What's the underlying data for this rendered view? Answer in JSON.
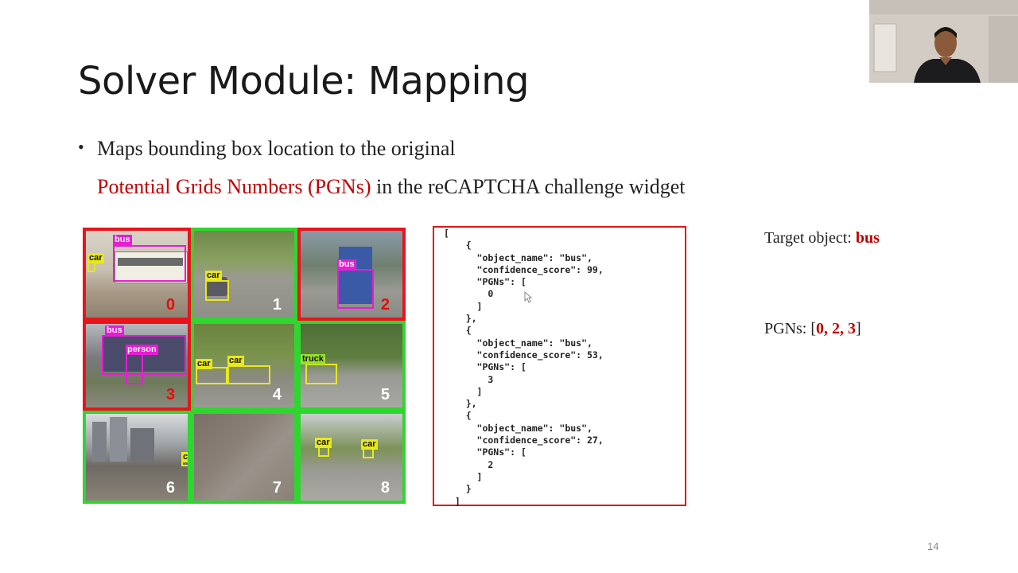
{
  "slide": {
    "title": "Solver Module: Mapping",
    "bullet_marker": "•",
    "bullet_line1": "Maps bounding box location to the original",
    "bullet_line2_red": "Potential Grids Numbers (PGNs)",
    "bullet_line2_rest": " in the reCAPTCHA challenge widget",
    "page_number": "14"
  },
  "grid": {
    "cells": [
      {
        "number": "0",
        "border": "red"
      },
      {
        "number": "1",
        "border": "green"
      },
      {
        "number": "2",
        "border": "red"
      },
      {
        "number": "3",
        "border": "red"
      },
      {
        "number": "4",
        "border": "green"
      },
      {
        "number": "5",
        "border": "green"
      },
      {
        "number": "6",
        "border": "green"
      },
      {
        "number": "7",
        "border": "green"
      },
      {
        "number": "8",
        "border": "green"
      }
    ],
    "labels": {
      "bus": "bus",
      "car": "car",
      "person": "person",
      "truck": "truck",
      "car_partial": "car"
    }
  },
  "json_output": "[\n    {\n      \"object_name\": \"bus\",\n      \"confidence_score\": 99,\n      \"PGNs\": [\n        0\n      ]\n    },\n    {\n      \"object_name\": \"bus\",\n      \"confidence_score\": 53,\n      \"PGNs\": [\n        3\n      ]\n    },\n    {\n      \"object_name\": \"bus\",\n      \"confidence_score\": 27,\n      \"PGNs\": [\n        2\n      ]\n    }\n  ]",
  "target": {
    "label": "Target object: ",
    "value": "bus"
  },
  "pgns": {
    "label": "PGNs: [",
    "values": "0, 2, 3",
    "close": "]"
  },
  "colors": {
    "red_border": "#e8141c",
    "green_border": "#2fd62f",
    "accent_red": "#c00000"
  }
}
